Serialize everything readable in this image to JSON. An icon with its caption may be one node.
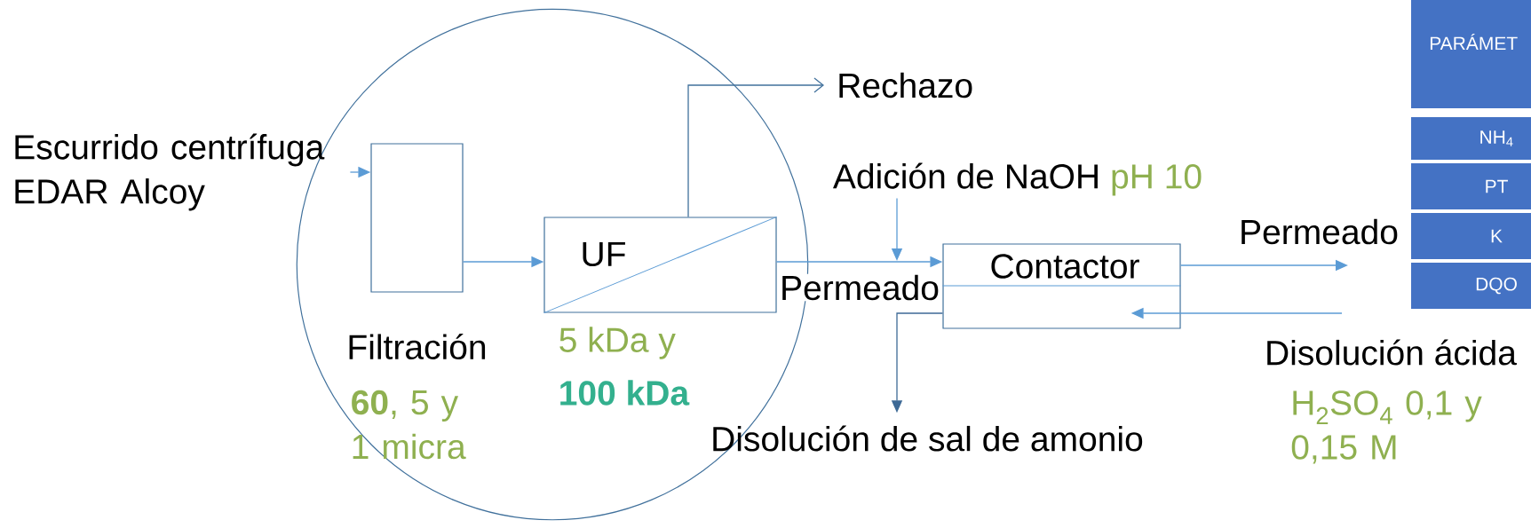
{
  "diagram": {
    "nodes": [
      {
        "text": [],
        "shape": "circle"
      },
      {
        "text": [
          "Escurrido centrífuga EDAR Alcoy"
        ]
      },
      {
        "text": [
          "Filtración"
        ],
        "beside": [
          "**60**, 5 y 1 micra"
        ],
        "in": 0
      },
      {
        "text": [
          "UF"
        ],
        "beside": [
          "5 kDa y",
          "100 kDa"
        ],
        "in": 0
      },
      {
        "text": [
          "Rechazo"
        ]
      },
      {
        "text": [
          "Adición de NaOH",
          "pH 10"
        ]
      },
      {
        "text": [
          "Contactor"
        ]
      },
      {
        "text": [
          "Disolución de sal de amonio"
        ]
      }
    ],
    "edges": [
      {
        "from": 1,
        "to": 2,
        "arrow": "to"
      },
      {
        "from": 2,
        "to": 3,
        "arrow": "to"
      },
      {
        "from": 3,
        "to": 6,
        "arrow": "to",
        "label": "Permeado"
      },
      {
        "from": 3,
        "to": 4,
        "arrow": "to",
        "color": "#41719c"
      },
      {
        "from": 5,
        "to": null,
        "arrow": "to"
      },
      {
        "from": 6,
        "to": null,
        "arrow": "to",
        "label": "Permeado"
      },
      {
        "from": null,
        "to": 6,
        "arrow": "to",
        "label": "Disolución ácida"
      },
      {
        "from": 6,
        "to": 7,
        "arrow": "to",
        "color": "#3e6a96"
      }
    ],
    "labels": [
      "H$_{2}$SO$_{4}$ 0,1 y 0,15 M",
      "PARÁMET",
      "NH$_{4}$",
      "PT",
      "K",
      "DQO"
    ]
  }
}
